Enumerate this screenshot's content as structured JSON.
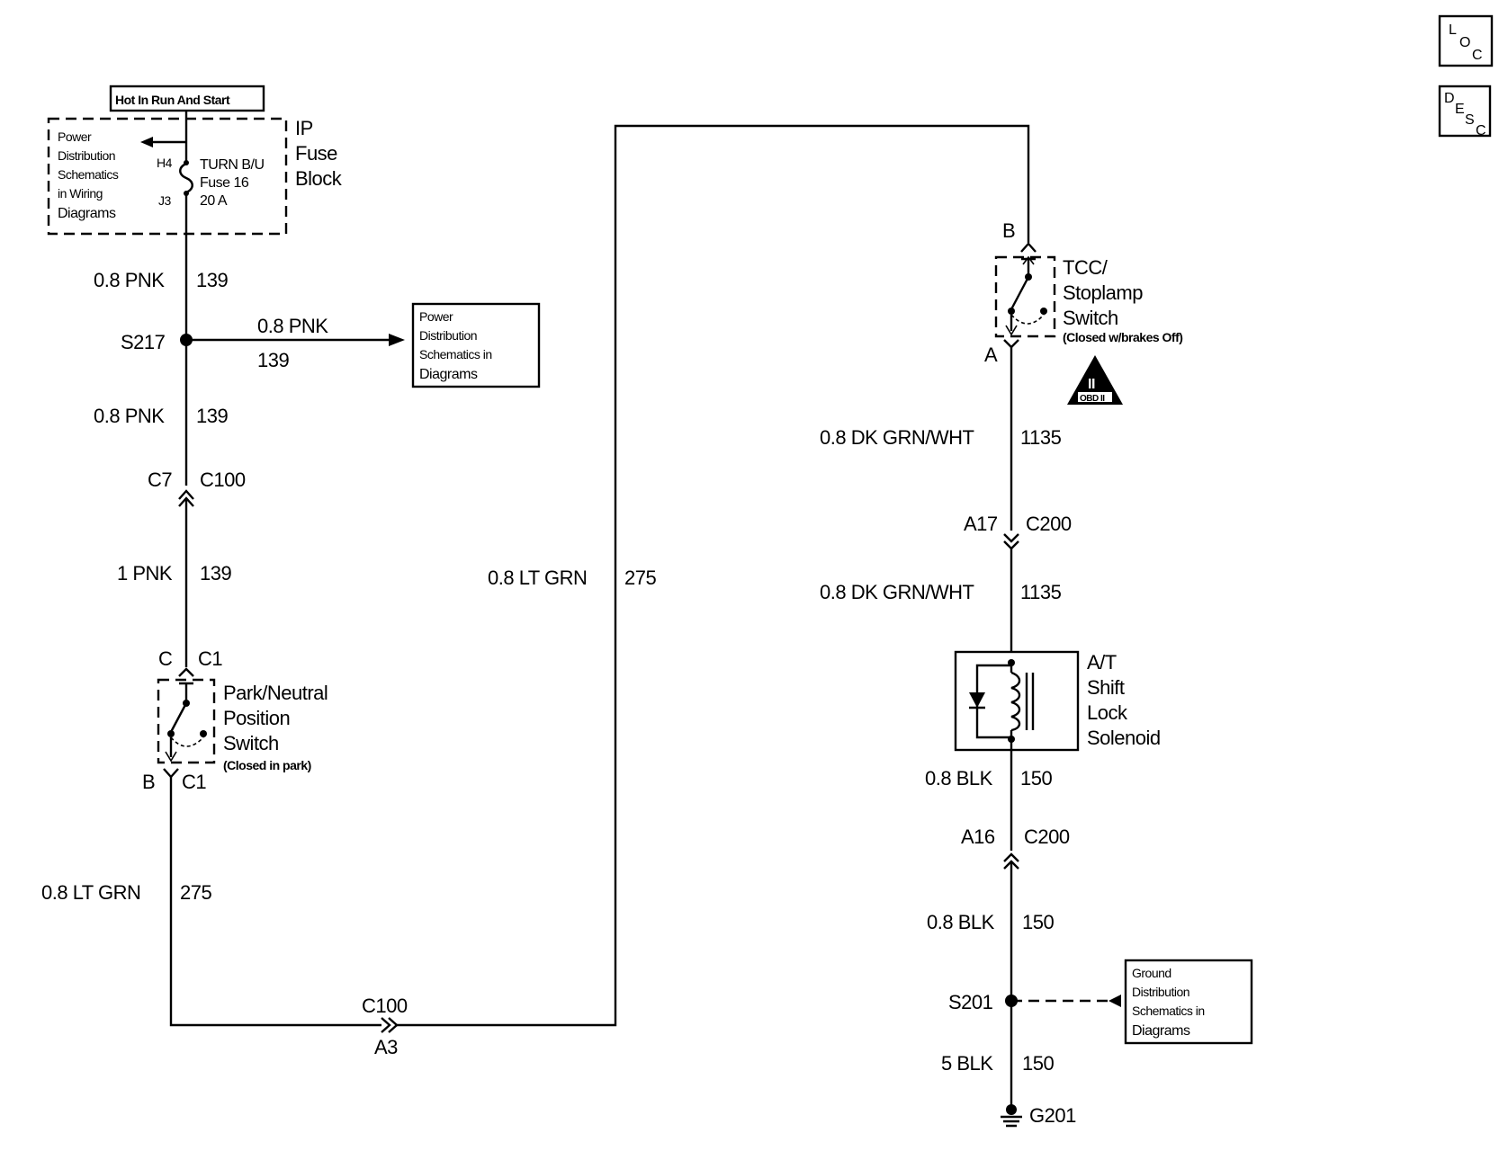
{
  "nav_icons": {
    "loc": [
      "L",
      "O",
      "C"
    ],
    "desc": [
      "D",
      "E",
      "S",
      "C"
    ]
  },
  "power_source": {
    "hot_label": "Hot In Run And Start",
    "fuse_block": [
      "IP",
      "Fuse",
      "Block"
    ],
    "pins": {
      "in": "H4",
      "out": "J3"
    },
    "fuse": [
      "TURN B/U",
      "Fuse 16",
      "20 A"
    ],
    "ref_lines": [
      "Power",
      "Distribution",
      "Schematics",
      "in Wiring",
      "Diagrams"
    ]
  },
  "splice_s217": {
    "name": "S217",
    "branch_wire": {
      "gauge_color": "0.8 PNK",
      "circuit": "139"
    },
    "ref_lines": [
      "Power",
      "Distribution",
      "Schematics in",
      "Diagrams"
    ]
  },
  "left_wires": [
    {
      "gauge_color": "0.8 PNK",
      "circuit": "139"
    },
    {
      "gauge_color": "0.8 PNK",
      "circuit": "139"
    },
    {
      "gauge_color": "1 PNK",
      "circuit": "139"
    },
    {
      "gauge_color": "0.8 LT GRN",
      "circuit": "275"
    }
  ],
  "connectors": {
    "c100_top": {
      "pin": "C7",
      "name": "C100"
    },
    "park_top": {
      "pin": "C",
      "name": "C1"
    },
    "park_bottom": {
      "pin": "B",
      "name": "C1"
    },
    "c100_bottom": {
      "name": "C100",
      "pin": "A3"
    },
    "c200_top": {
      "pin": "A17",
      "name": "C200"
    },
    "c200_bottom": {
      "pin": "A16",
      "name": "C200"
    },
    "tcc_top_pin": "B",
    "tcc_bottom_pin": "A"
  },
  "park_switch": {
    "lines": [
      "Park/Neutral",
      "Position",
      "Switch"
    ],
    "note": "(Closed in park)"
  },
  "center_wire": {
    "gauge_color": "0.8 LT GRN",
    "circuit": "275"
  },
  "tcc_switch": {
    "lines": [
      "TCC/",
      "Stoplamp",
      "Switch"
    ],
    "note": "(Closed w/brakes Off)"
  },
  "obd_badge": {
    "roman": "II",
    "text": "OBD II"
  },
  "right_wires": [
    {
      "gauge_color": "0.8 DK GRN/WHT",
      "circuit": "1135"
    },
    {
      "gauge_color": "0.8 DK GRN/WHT",
      "circuit": "1135"
    },
    {
      "gauge_color": "0.8 BLK",
      "circuit": "150"
    },
    {
      "gauge_color": "0.8 BLK",
      "circuit": "150"
    },
    {
      "gauge_color": "5 BLK",
      "circuit": "150"
    }
  ],
  "solenoid": {
    "lines": [
      "A/T",
      "Shift",
      "Lock",
      "Solenoid"
    ]
  },
  "splice_s201": {
    "name": "S201",
    "ref_lines": [
      "Ground",
      "Distribution",
      "Schematics in",
      "Diagrams"
    ]
  },
  "ground": {
    "name": "G201"
  }
}
